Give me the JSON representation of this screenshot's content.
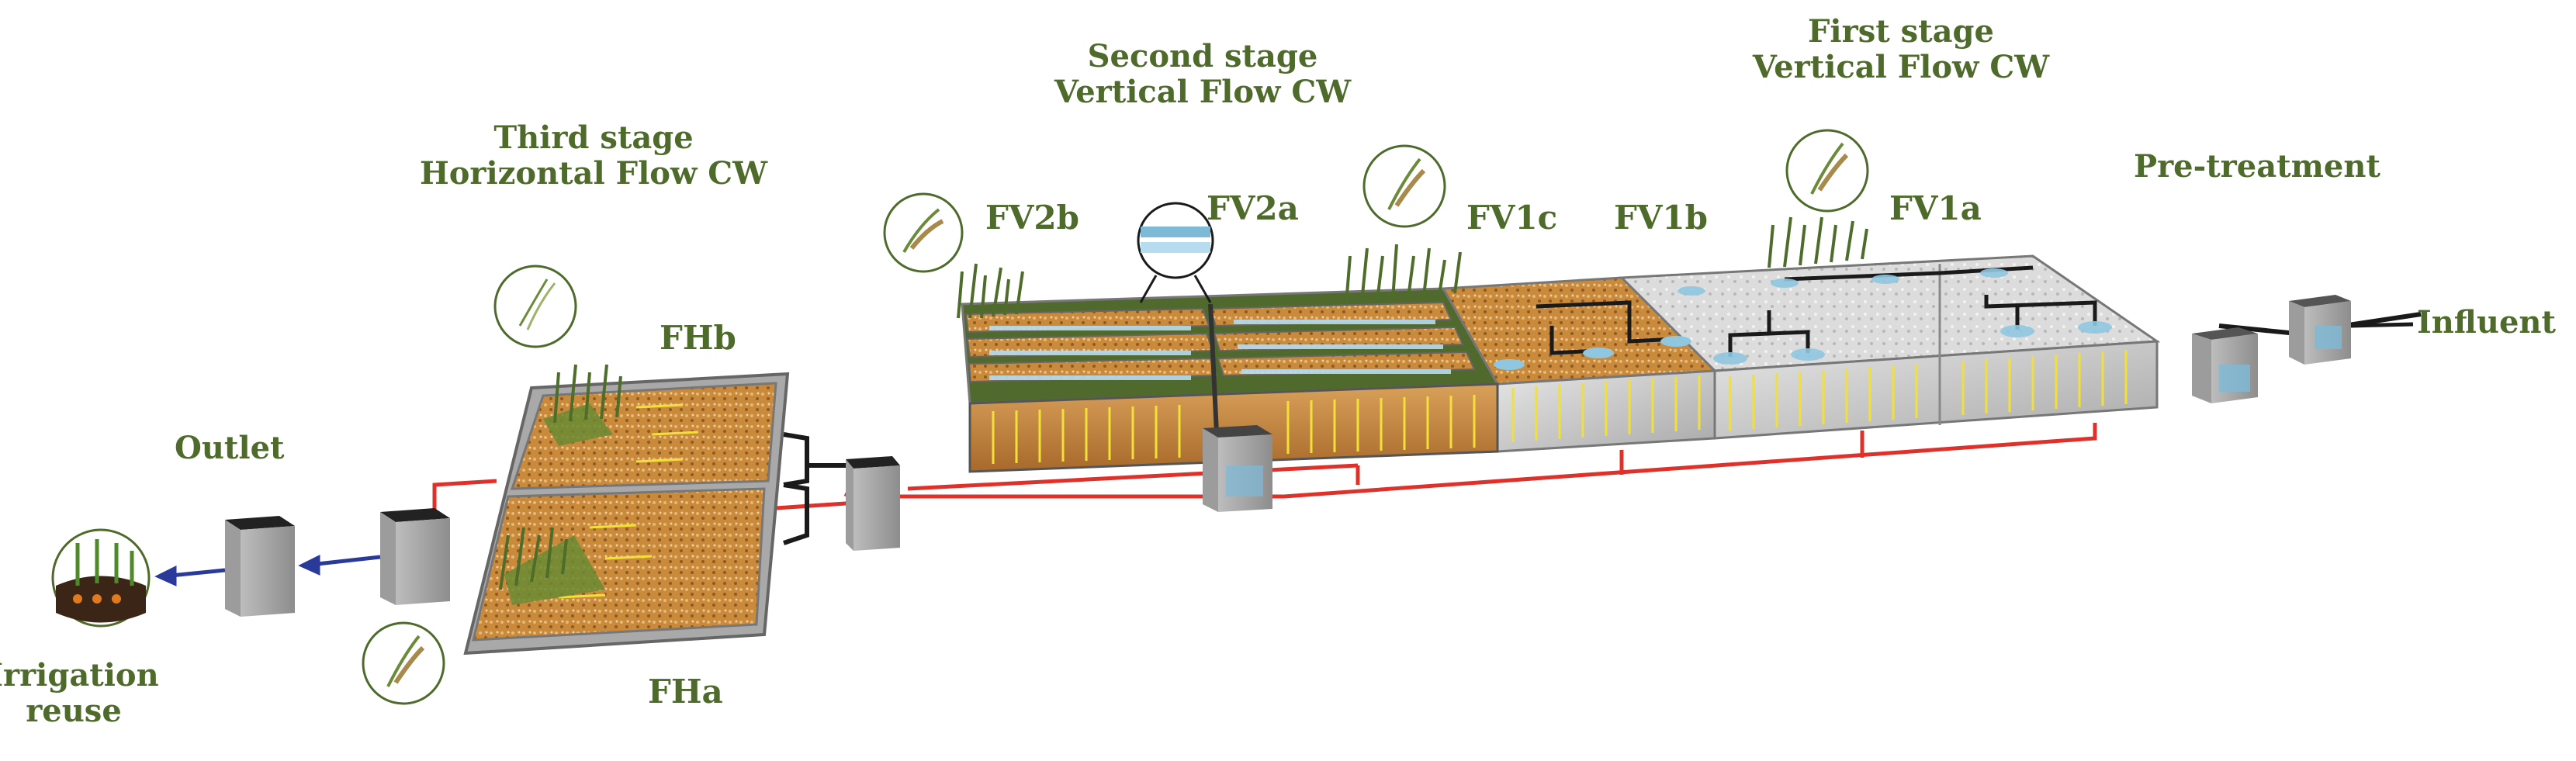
{
  "stages": {
    "first": {
      "line1": "First stage",
      "line2": "Vertical Flow CW"
    },
    "second": {
      "line1": "Second stage",
      "line2": "Vertical Flow CW"
    },
    "third": {
      "line1": "Third stage",
      "line2": "Horizontal Flow CW"
    }
  },
  "units": {
    "pretreatment": "Pre-treatment",
    "influent": "Influent",
    "outlet": "Outlet",
    "irrigation_line1": "Irrigation",
    "irrigation_line2": "reuse",
    "fv1a": "FV1a",
    "fv1b": "FV1b",
    "fv1c": "FV1c",
    "fv2a": "FV2a",
    "fv2b": "FV2b",
    "fha": "FHa",
    "fhb": "FHb"
  },
  "colors": {
    "label_text": "#4e6b2c",
    "pipe_red": "#e0302a",
    "flow_arrow": "#2a3a9a",
    "gravel": "#c98a3c",
    "concrete": "#cfcfcf",
    "reed": "#5c7a2e"
  }
}
